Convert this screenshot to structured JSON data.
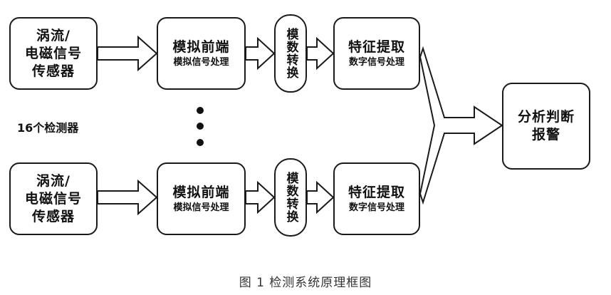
{
  "rows": [
    {
      "sensor": {
        "line1": "涡流/",
        "line2": "电磁信号",
        "line3": "传感器"
      },
      "frontend": {
        "title": "模拟前端",
        "subtitle": "模拟信号处理"
      },
      "adc": {
        "label": "模数转换"
      },
      "feature": {
        "title": "特征提取",
        "subtitle": "数字信号处理"
      }
    },
    {
      "sensor": {
        "line1": "涡流/",
        "line2": "电磁信号",
        "line3": "传感器"
      },
      "frontend": {
        "title": "模拟前端",
        "subtitle": "模拟信号处理"
      },
      "adc": {
        "label": "模数转换"
      },
      "feature": {
        "title": "特征提取",
        "subtitle": "数字信号处理"
      }
    }
  ],
  "detector_count_label": "16个检测器",
  "analysis": {
    "line1": "分析判断",
    "line2": "报警"
  },
  "caption": "图 1 检测系统原理框图"
}
